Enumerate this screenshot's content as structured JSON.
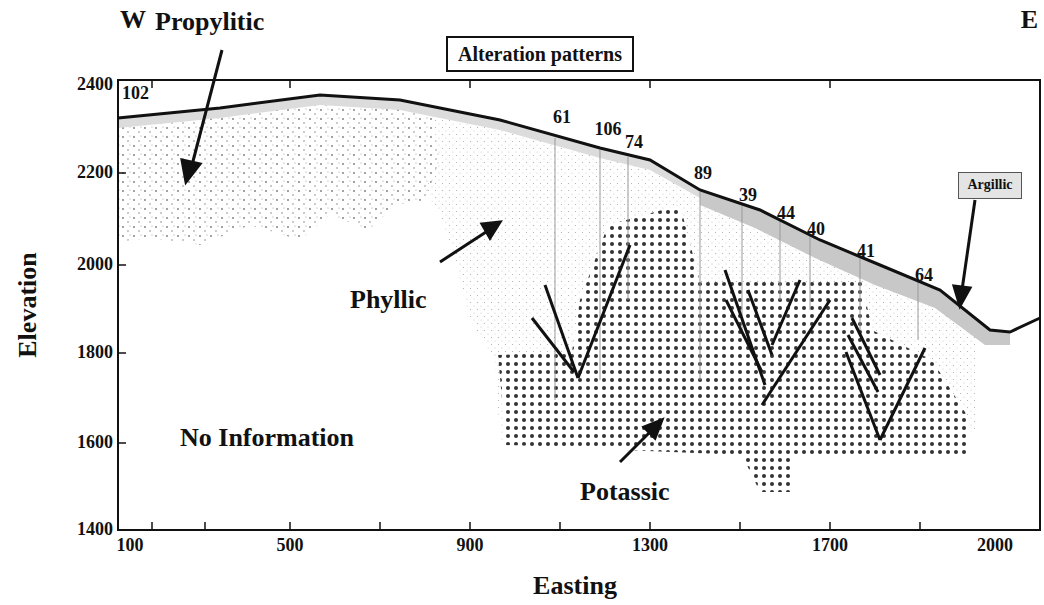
{
  "diagram": {
    "nodes": [
      {
        "text": [
          "Alteration patterns"
        ]
      },
      {
        "text": [
          "Argillic"
        ]
      }
    ],
    "labels": [
      "W",
      "E",
      "Propylitic",
      "102",
      "61",
      "106",
      "74",
      "89",
      "39",
      "44",
      "40",
      "41",
      "64",
      "Phyllic",
      "No Information",
      "Potassic",
      "2400",
      "2200",
      "2000",
      "1800",
      "1600",
      "1400",
      "100",
      "500",
      "900",
      "1300",
      "1700",
      "2000",
      "Elevation",
      "Easting"
    ]
  }
}
